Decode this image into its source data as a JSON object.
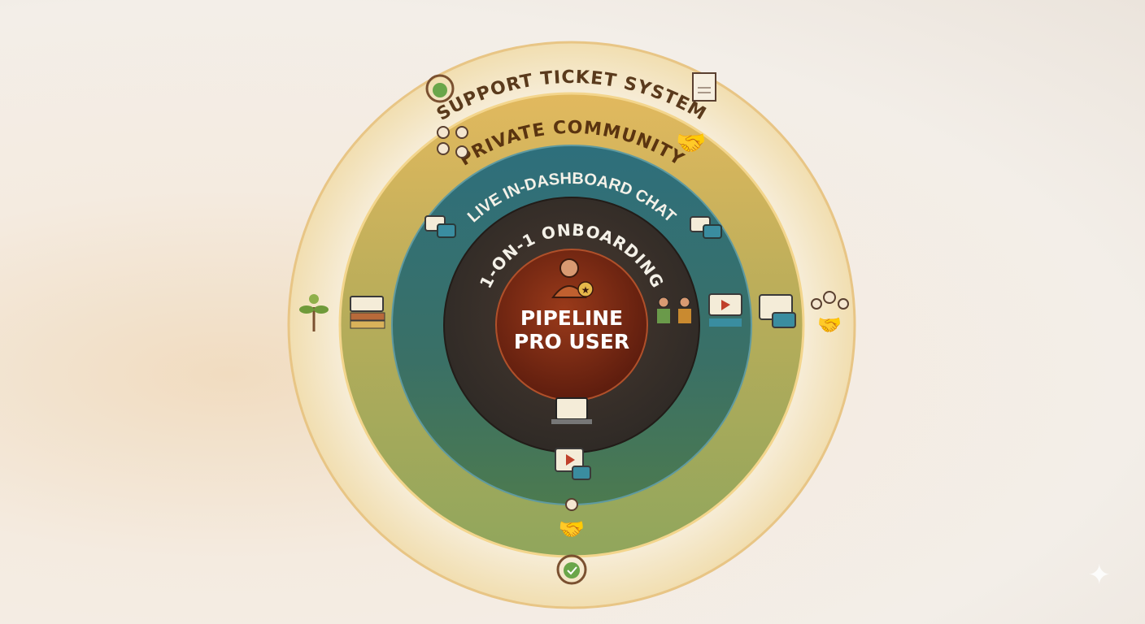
{
  "rings": [
    {
      "label": "SUPPORT TICKET SYSTEM",
      "color": "#f5ead0",
      "text_color": "#5a3a1c"
    },
    {
      "label": "PRIVATE COMMUNITY",
      "color": "#d9b25a",
      "text_color": "#5a3410"
    },
    {
      "label": "LIVE IN-DASHBOARD CHAT",
      "color": "#2f6e79",
      "text_color": "#f4f1e8"
    },
    {
      "label": "1-ON-1 ONBOARDING",
      "color": "#3b302b",
      "text_color": "#f4f1e8"
    }
  ],
  "center": {
    "line1": "PIPELINE",
    "line2": "PRO USER",
    "color": "#7a2812"
  },
  "icons": [
    "headset-icon",
    "documents-icon",
    "network-icon",
    "handshake-icon",
    "chat-bubbles-icon",
    "chat-bubbles-icon",
    "user-star-icon",
    "plant-icon",
    "books-video-icon",
    "team-handshake-icon",
    "video-calendar-icon",
    "web-chat-icon",
    "people-handshake-icon",
    "laptop-icon",
    "video-chat-icon",
    "handshake-person-icon",
    "headset-check-icon"
  ]
}
